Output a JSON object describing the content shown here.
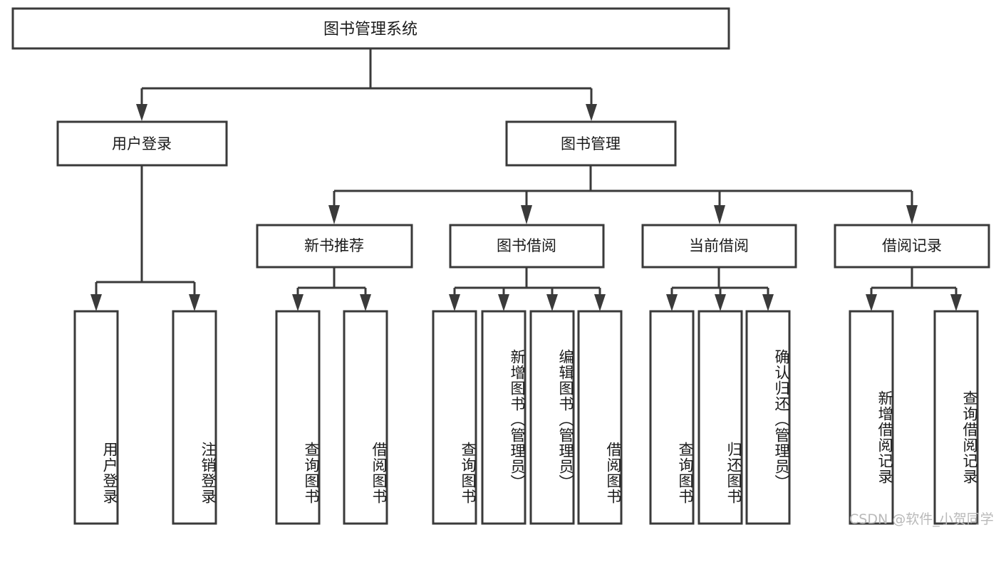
{
  "diagram": {
    "kind": "tree-hierarchy-chart",
    "title_text": "图书管理系统",
    "watermark": "CSDN @软件_小贺同学",
    "colors": {
      "background": "#ffffff",
      "box_fill": "#ffffff",
      "box_stroke": "#3a3a3a",
      "connector": "#3a3a3a",
      "text": "#1a1a1a",
      "watermark": "#b9b9b9"
    },
    "root": {
      "label": "图书管理系统"
    },
    "level1": [
      {
        "label": "用户登录"
      },
      {
        "label": "图书管理"
      }
    ],
    "level2": [
      {
        "label": "新书推荐"
      },
      {
        "label": "图书借阅"
      },
      {
        "label": "当前借阅"
      },
      {
        "label": "借阅记录"
      }
    ],
    "leaves": {
      "user_login": [
        {
          "label": "用户登录"
        },
        {
          "label": "注销登录"
        }
      ],
      "new_book_recommend": [
        {
          "label": "查询图书"
        },
        {
          "label": "借阅图书"
        }
      ],
      "book_borrow": [
        {
          "label": "查询图书"
        },
        {
          "label": "新增图书（管理员）"
        },
        {
          "label": "编辑图书（管理员）"
        },
        {
          "label": "借阅图书"
        }
      ],
      "current_borrow": [
        {
          "label": "查询图书"
        },
        {
          "label": "归还图书"
        },
        {
          "label": "确认归还（管理员）"
        }
      ],
      "borrow_record": [
        {
          "label": "新增借阅记录"
        },
        {
          "label": "查询借阅记录"
        }
      ]
    }
  }
}
